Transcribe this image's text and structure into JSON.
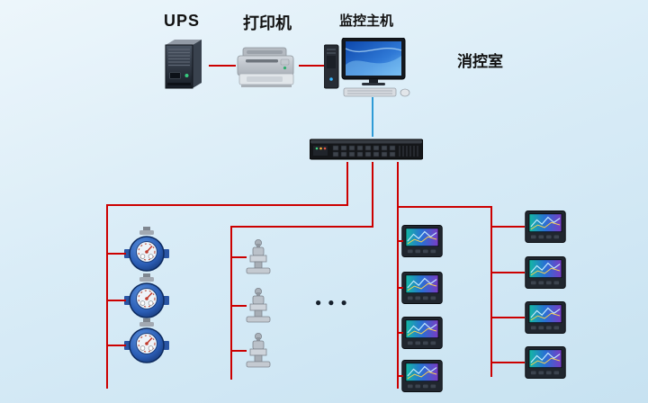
{
  "colors": {
    "background_top": "#edf6fb",
    "background_mid": "#d9ecf7",
    "background_bottom": "#c7e2f1",
    "link_red": "#cc0000",
    "link_blue": "#2f9bd6",
    "dots": "#16202c"
  },
  "labels": {
    "ups": "UPS",
    "printer": "打印机",
    "monitor_host": "监控主机",
    "control_room": "消控室",
    "ellipsis": "●●●"
  },
  "diagram": {
    "water_meter_count": 3,
    "valve_count": 3,
    "power_meter_columns": 2,
    "power_meters_per_column": 4
  }
}
